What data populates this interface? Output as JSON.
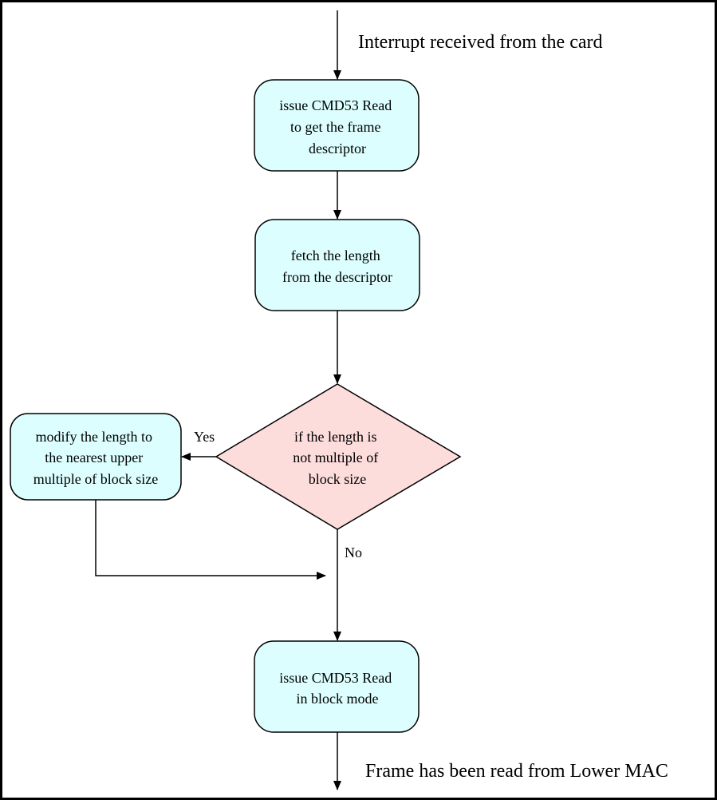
{
  "colors": {
    "process_fill": "#dcfefe",
    "decision_fill": "#fddcdc",
    "stroke": "#000000",
    "background": "#ffffff"
  },
  "captions": {
    "start": "Interrupt received from the card",
    "end": "Frame has been read from Lower MAC"
  },
  "nodes": {
    "read_descriptor": [
      "issue CMD53 Read",
      "to get the frame",
      "descriptor"
    ],
    "fetch_length": [
      "fetch the length",
      "from the descriptor"
    ],
    "check_length": [
      "if the length is",
      "not multiple of",
      "block size"
    ],
    "modify_length": [
      "modify the length to",
      "the nearest upper",
      "multiple of block size"
    ],
    "read_block": [
      "issue CMD53 Read",
      "in block mode"
    ]
  },
  "edges": {
    "yes_label": "Yes",
    "no_label": "No"
  }
}
